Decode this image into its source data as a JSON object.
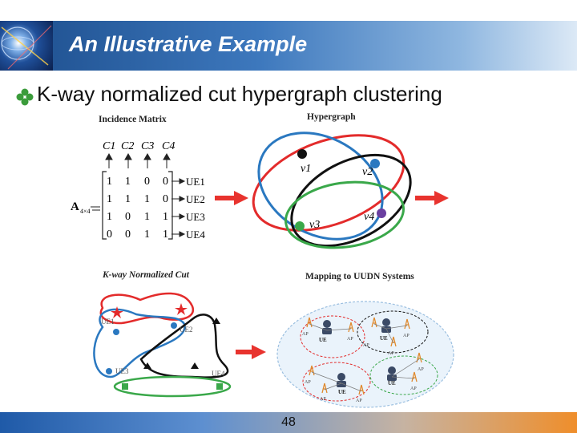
{
  "slide": {
    "title": "An Illustrative Example",
    "bullet": "K-way normalized cut hypergraph clustering",
    "page_number": "48"
  },
  "panels": {
    "incidence_title": "Incidence Matrix",
    "hypergraph_title": "Hypergraph",
    "cut_title": "K-way Normalized Cut",
    "mapping_title": "Mapping to UUDN Systems"
  },
  "matrix": {
    "symbol": "A",
    "subscript": "4×4",
    "columns": [
      "C1",
      "C2",
      "C3",
      "C4"
    ],
    "rows": [
      {
        "values": [
          "1",
          "1",
          "0",
          "0"
        ],
        "label": "UE1"
      },
      {
        "values": [
          "1",
          "1",
          "1",
          "0"
        ],
        "label": "UE2"
      },
      {
        "values": [
          "1",
          "0",
          "1",
          "1"
        ],
        "label": "UE3"
      },
      {
        "values": [
          "0",
          "0",
          "1",
          "1"
        ],
        "label": "UE4"
      }
    ]
  },
  "hypergraph": {
    "vertices": [
      "v1",
      "v2",
      "v3",
      "v4"
    ]
  },
  "cut": {
    "labels": [
      "UE1",
      "UE2",
      "UE3",
      "UE4"
    ]
  },
  "mapping": {
    "ue_label": "UE",
    "ap_label": "AP"
  },
  "colors": {
    "red": "#e32b2b",
    "blue": "#2a78c0",
    "black": "#111111",
    "green": "#3aa84a",
    "purple": "#6a3fa0",
    "arrow": "#e8332e"
  }
}
